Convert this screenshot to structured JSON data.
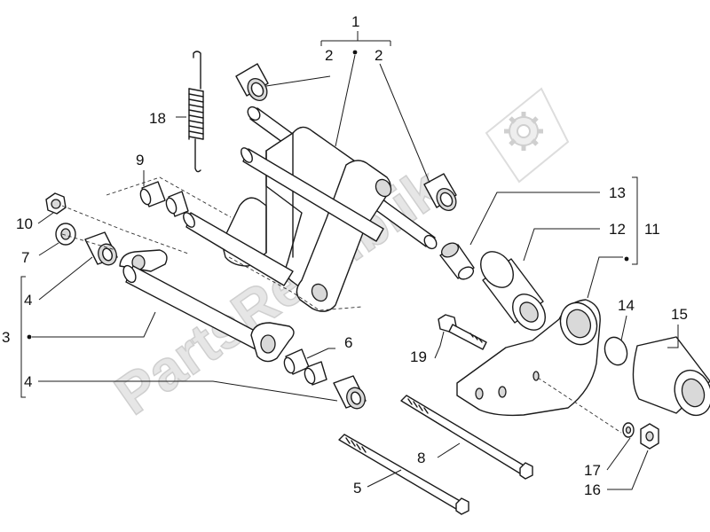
{
  "watermark": {
    "text": "PartsRepublik"
  },
  "labels": [
    {
      "id": "1",
      "text": "1"
    },
    {
      "id": "2a",
      "text": "2"
    },
    {
      "id": "2b",
      "text": "2"
    },
    {
      "id": "18",
      "text": "18"
    },
    {
      "id": "9",
      "text": "9"
    },
    {
      "id": "10",
      "text": "10"
    },
    {
      "id": "7",
      "text": "7"
    },
    {
      "id": "4a",
      "text": "4"
    },
    {
      "id": "3",
      "text": "3"
    },
    {
      "id": "4b",
      "text": "4"
    },
    {
      "id": "6",
      "text": "6"
    },
    {
      "id": "13",
      "text": "13"
    },
    {
      "id": "12",
      "text": "12"
    },
    {
      "id": "11",
      "text": "11"
    },
    {
      "id": "14",
      "text": "14"
    },
    {
      "id": "15",
      "text": "15"
    },
    {
      "id": "19",
      "text": "19"
    },
    {
      "id": "8",
      "text": "8"
    },
    {
      "id": "17",
      "text": "17"
    },
    {
      "id": "16",
      "text": "16"
    },
    {
      "id": "5",
      "text": "5"
    }
  ]
}
